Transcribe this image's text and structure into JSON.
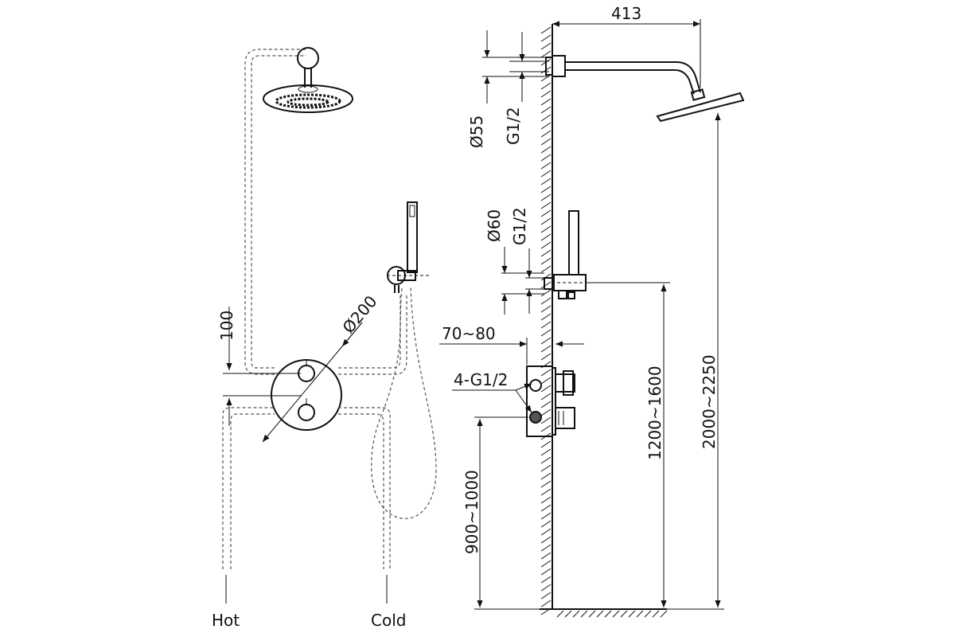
{
  "labels": {
    "hot": "Hot",
    "cold": "Cold"
  },
  "dimensions": {
    "arm_length": "413",
    "head_flange_dia": "Ø55",
    "head_thread": "G1/2",
    "hand_flange_dia": "Ø60",
    "hand_thread": "G1/2",
    "valve_depth": "70~80",
    "valve_ports": "4-G1/2",
    "valve_height": "900~1000",
    "hand_height": "1200~1600",
    "head_height": "2000~2250",
    "plate_dia": "Ø200",
    "valve_spacing": "100"
  }
}
